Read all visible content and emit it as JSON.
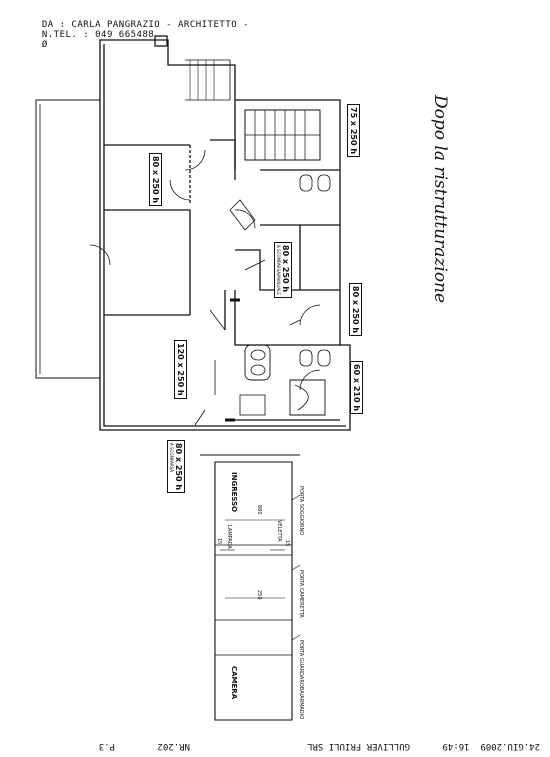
{
  "header": {
    "from": "DA : CARLA PANGRAZIO - ARCHITETTO -",
    "tel": "N.TEL. : 049 665488",
    "page_mark": "Ø"
  },
  "footer": {
    "date": "24.GIU.2009  16:49",
    "company": "GULLIVER FRIULI SRL",
    "nr": "NR.202",
    "page": "P.3"
  },
  "note": "Dopo la ristrutturazione",
  "doors": {
    "d1": "75 x 250 h",
    "d2": "80 x 250 h",
    "d3": "80 x 250 h",
    "d3_sub": "A SCOMPARSA/MANUALE",
    "d4": "80 x 250 h",
    "d5": "120 x 250 h",
    "d6": "60 x 210 h",
    "d7": "80 x 250 h",
    "d7_sub": "A SCOMPARSA"
  },
  "corridor": {
    "ingresso": "INGRESSO",
    "camera": "CAMERA",
    "porta1": "PORTA SOGGIORNO",
    "porta2": "PORTA CAMERETTA",
    "porta3": "PORTA GUARDAROBA/ARMADIO",
    "dim1": "880",
    "dim2": "250",
    "dim3": "15",
    "dim4": "15",
    "small1": "VELETTA",
    "small2": "LAMPADA"
  }
}
